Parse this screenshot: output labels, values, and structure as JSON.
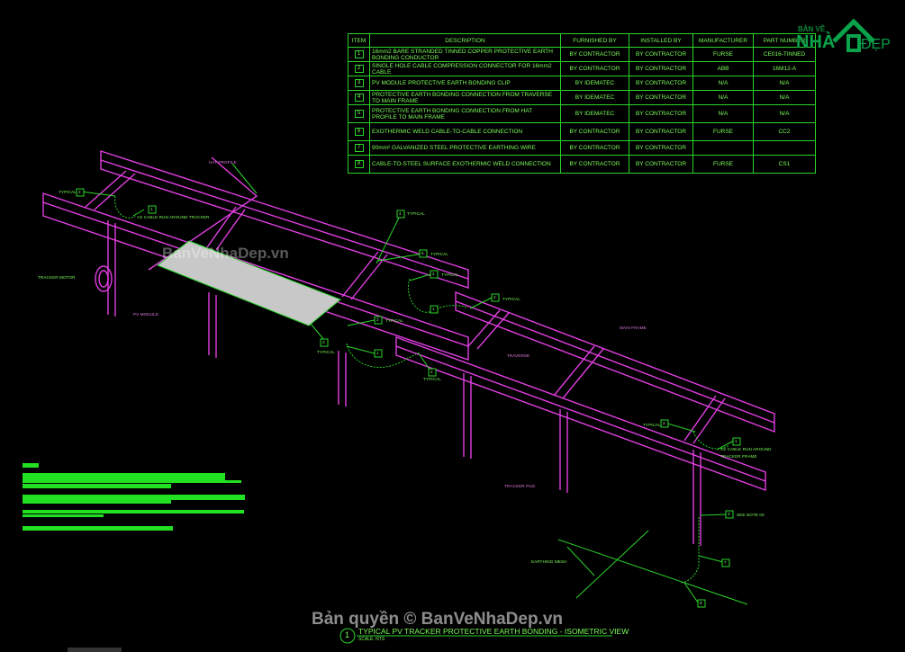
{
  "table": {
    "headers": [
      "ITEM",
      "DESCRIPTION",
      "FURNISHED BY",
      "INSTALLED BY",
      "MANUFACTURER",
      "PART NUMBER"
    ],
    "rows": [
      {
        "item": "1",
        "desc": "16mm2 BARE STRANDED TINNED COPPER PROTECTIVE EARTH BONDING CONDUCTOR",
        "furnished": "BY CONTRACTOR",
        "installed": "BY CONTRACTOR",
        "manufacturer": "FURSE",
        "part": "CE016-TINNED"
      },
      {
        "item": "2",
        "desc": "SINGLE HOLE CABLE COMPRESSION CONNECTOR FOR 16mm2 CABLE",
        "furnished": "BY CONTRACTOR",
        "installed": "BY CONTRACTOR",
        "manufacturer": "ABB",
        "part": "16M12-A"
      },
      {
        "item": "3",
        "desc": "PV MODULE PROTECTIVE EARTH BONDING CLIP",
        "furnished": "BY IDEMATEC",
        "installed": "BY CONTRACTOR",
        "manufacturer": "N/A",
        "part": "N/A"
      },
      {
        "item": "4",
        "desc": "PROTECTIVE EARTH BONDING CONNECTION FROM TRAVERSE TO MAIN FRAME",
        "furnished": "BY IDEMATEC",
        "installed": "BY CONTRACTOR",
        "manufacturer": "N/A",
        "part": "N/A"
      },
      {
        "item": "5",
        "desc": "PROTECTIVE EARTH BONDING CONNECTION FROM HAT PROFILE TO MAIN FRAME",
        "furnished": "BY IDEMATEC",
        "installed": "BY CONTRACTOR",
        "manufacturer": "N/A",
        "part": "N/A"
      },
      {
        "item": "6",
        "desc": "EXOTHERMIC WELD CABLE-TO-CABLE CONNECTION",
        "furnished": "BY CONTRACTOR",
        "installed": "BY CONTRACTOR",
        "manufacturer": "FURSE",
        "part": "CC2"
      },
      {
        "item": "7",
        "desc": "90mm² GALVANIZED STEEL PROTECTIVE EARTHING WIRE",
        "furnished": "BY CONTRACTOR",
        "installed": "BY CONTRACTOR",
        "manufacturer": "",
        "part": ""
      },
      {
        "item": "8",
        "desc": "CABLE-TO-STEEL SURFACE EXOTHERMIC WELD CONNECTION",
        "furnished": "BY CONTRACTOR",
        "installed": "BY CONTRACTOR",
        "manufacturer": "FURSE",
        "part": "CS1"
      }
    ]
  },
  "labels": {
    "hat_profile": "HAT PROFILE",
    "typical": "TYPICAL",
    "tracker_motor": "TRACKER MOTOR",
    "pv_module": "PV MODULE",
    "main_frame": "MAIN FRAME",
    "traverse": "TRAVERSE",
    "tracker_pile": "TRACKER PILE",
    "earthing_mesh": "EARTHING MESH",
    "see_note": "SEE NOTE 03",
    "bypass_note": "AS CABLE RUN AROUND TRACKER",
    "bypass_note2": "AS CABLE RUN AROUND",
    "bypass_note3": "TRACKER FRAME",
    "callouts": {
      "c1": "1",
      "c2": "2",
      "c3": "3",
      "c4": "4",
      "c5": "5",
      "c6": "6",
      "c7": "7",
      "c8": "8"
    }
  },
  "watermark": {
    "main": "BanVeNhaDep.vn",
    "copyright": "Bản quyền © BanVeNhaDep.vn"
  },
  "logo": {
    "line1": "BẢN VẼ",
    "line2": "NHÀ",
    "line3": "ĐẸP"
  },
  "footer": {
    "number": "1",
    "title": "TYPICAL PV TRACKER PROTECTIVE EARTH BONDING - ISOMETRIC VIEW",
    "scale": "SCALE: NTS"
  },
  "colors": {
    "frame": "#e23ee2",
    "line": "#2bd42b",
    "text": "#7CFC5A",
    "module": "#c8c8c8"
  }
}
